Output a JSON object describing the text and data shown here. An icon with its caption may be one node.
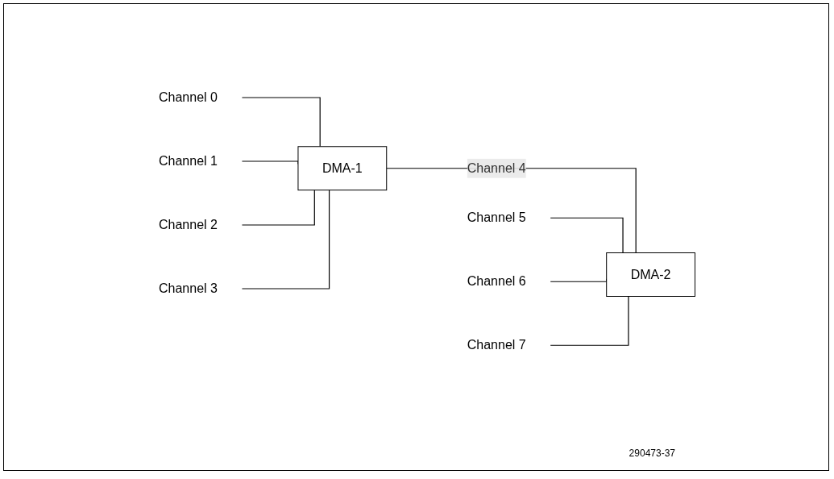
{
  "diagram": {
    "nodes": [
      {
        "text": [
          "DMA-1"
        ]
      },
      {
        "text": [
          "Channel 0"
        ]
      },
      {
        "text": [
          "Channel 1"
        ]
      },
      {
        "text": [
          "Channel 2"
        ]
      },
      {
        "text": [
          "Channel 3"
        ]
      },
      {
        "text": [
          "DMA-2"
        ]
      },
      {
        "text": [
          "Channel 5"
        ]
      },
      {
        "text": [
          "Channel 6"
        ]
      },
      {
        "text": [
          "Channel 7"
        ]
      }
    ],
    "edges": [
      {
        "from": 1,
        "to": 0,
        "arrow": "none"
      },
      {
        "from": 2,
        "to": 0,
        "arrow": "none"
      },
      {
        "from": 3,
        "to": 0,
        "arrow": "none"
      },
      {
        "from": 4,
        "to": 0,
        "arrow": "none"
      },
      {
        "from": 0,
        "to": 5,
        "arrow": "none",
        "label": "Channel 4"
      },
      {
        "from": 6,
        "to": 5,
        "arrow": "none"
      },
      {
        "from": 7,
        "to": 5,
        "arrow": "none"
      },
      {
        "from": 8,
        "to": 5,
        "arrow": "none"
      }
    ],
    "labels": [
      "290473-37"
    ]
  }
}
